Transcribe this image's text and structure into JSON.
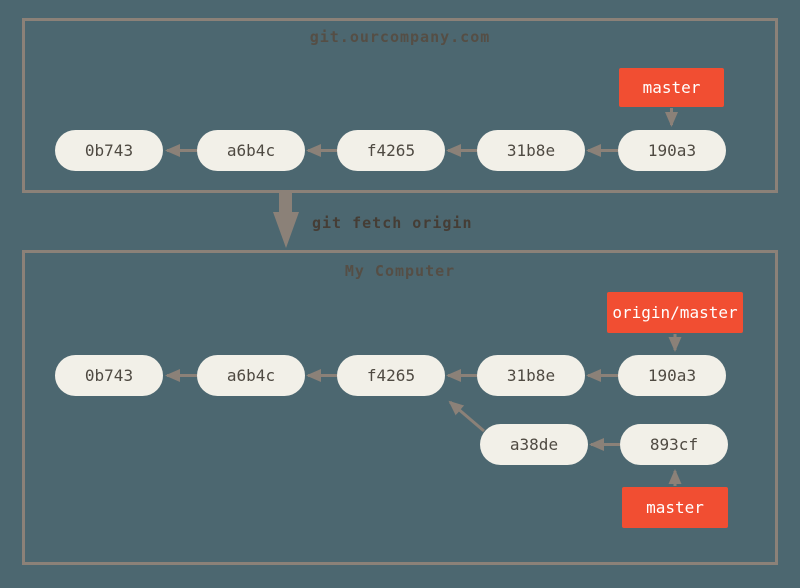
{
  "diagram": {
    "kind": "git-commit-graph",
    "command": {
      "label": "git fetch origin"
    }
  },
  "colors": {
    "background": "#4c6770",
    "box_border": "#8b8178",
    "arrow": "#8b8178",
    "commit_fill": "#f2f0e8",
    "commit_text": "#4f4a42",
    "branch_fill": "#f14e32",
    "branch_text": "#ffffff",
    "title_text": "#554e45",
    "command_text": "#453d35"
  },
  "remote": {
    "title": "git.ourcompany.com",
    "commits": [
      "0b743",
      "a6b4c",
      "f4265",
      "31b8e",
      "190a3"
    ],
    "branch": {
      "label": "master",
      "points_to": "190a3"
    }
  },
  "local": {
    "title": "My Computer",
    "main_line_commits": [
      "0b743",
      "a6b4c",
      "f4265",
      "31b8e",
      "190a3"
    ],
    "feature_line": {
      "commits": [
        "a38de",
        "893cf"
      ],
      "parent_of_first": "f4265"
    },
    "remote_branch": {
      "label": "origin/master",
      "points_to": "190a3"
    },
    "branch": {
      "label": "master",
      "points_to": "893cf"
    }
  }
}
